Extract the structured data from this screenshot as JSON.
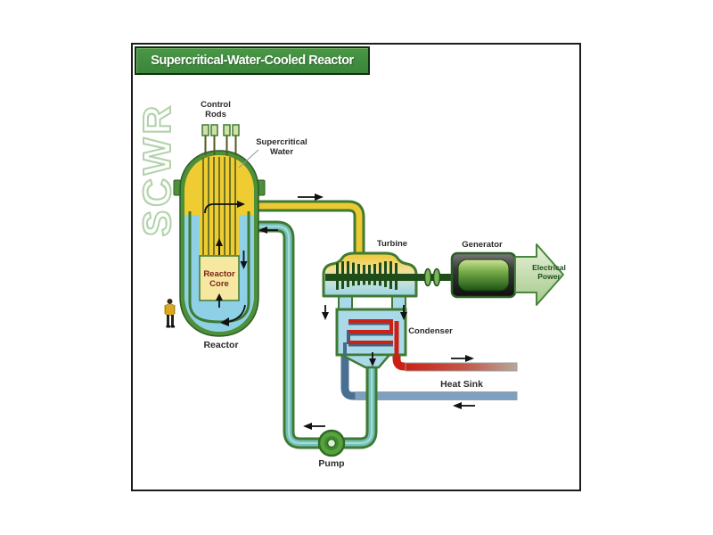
{
  "diagram": {
    "title": "Supercritical-Water-Cooled Reactor",
    "watermark": "SCWR",
    "labels": {
      "control_rods": "Control\nRods",
      "supercritical_water": "Supercritical\nWater",
      "reactor_core": "Reactor\nCore",
      "reactor": "Reactor",
      "turbine": "Turbine",
      "generator": "Generator",
      "electrical_power": "Electrical\nPower",
      "condenser": "Condenser",
      "heat_sink": "Heat Sink",
      "pump": "Pump"
    },
    "colors": {
      "banner_green": "#3a853a",
      "vessel_green": "#4e8f3a",
      "supercritical_yellow": "#f0cc33",
      "core_pale_yellow": "#f6e8a0",
      "coolant_blue": "#8ed1e6",
      "pipe_teal": "#74c0ba",
      "hot_water_red": "#cc2016",
      "cold_water_blue": "#7d9fc0",
      "watermark_green": "#b2d2aa",
      "flow_arrow_black": "#111111"
    }
  }
}
